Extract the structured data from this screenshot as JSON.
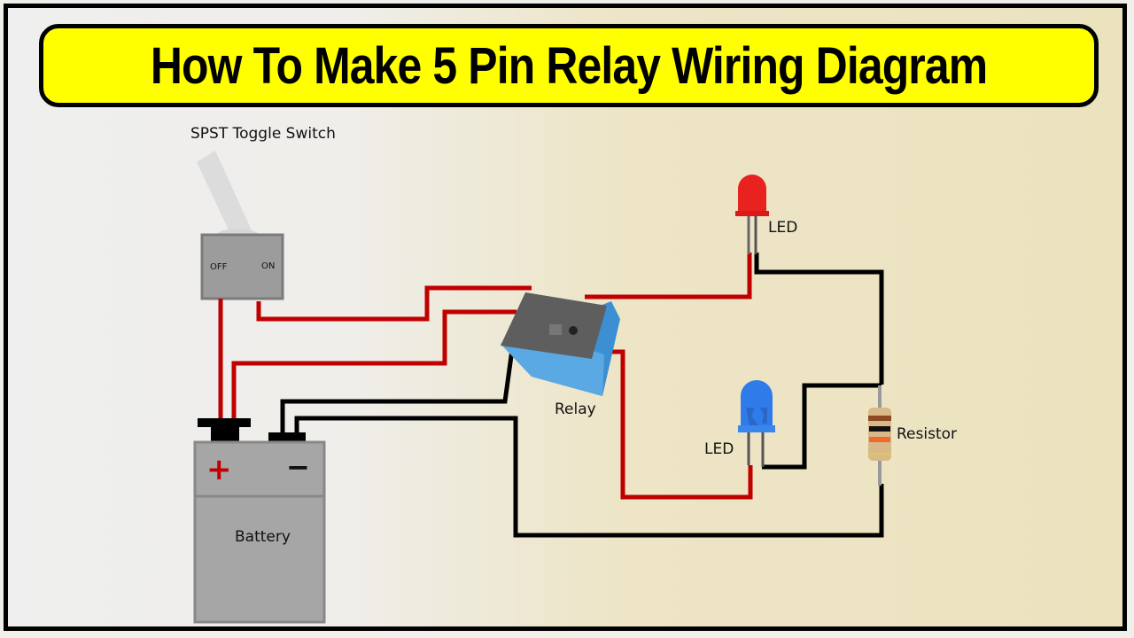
{
  "title": "How To Make 5 Pin Relay Wiring Diagram",
  "components": {
    "switch": {
      "label": "SPST Toggle Switch",
      "off_label": "OFF",
      "on_label": "ON"
    },
    "battery": {
      "label": "Battery",
      "positive_symbol": "+",
      "negative_symbol": "−"
    },
    "relay": {
      "label": "Relay"
    },
    "led_red": {
      "label": "LED",
      "color": "#e8221e"
    },
    "led_blue": {
      "label": "LED",
      "color": "#2f7bea"
    },
    "resistor": {
      "label": "Resistor",
      "bands": [
        "#8a4a22",
        "#111111",
        "#f26a2a",
        "#d8c860"
      ]
    }
  },
  "colors": {
    "title_bg": "#ffff00",
    "wire_positive": "#c00000",
    "wire_negative": "#000000",
    "relay_body": "#4a9ad8",
    "battery_body": "#a6a6a6"
  }
}
